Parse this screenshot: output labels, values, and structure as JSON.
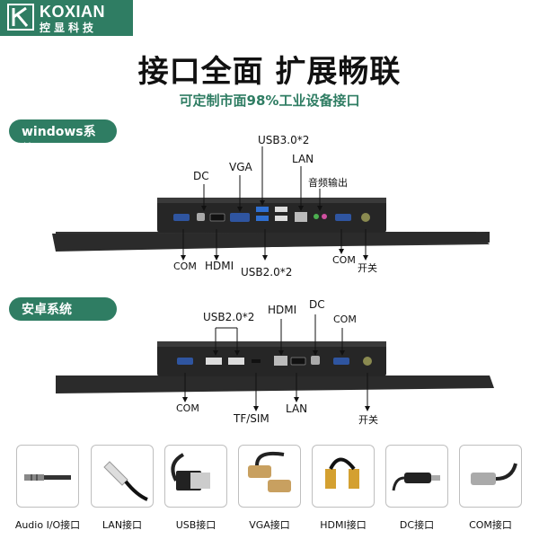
{
  "brand": {
    "name_en": "KOXIAN",
    "name_cn": "控显科技"
  },
  "headline": "接口全面 扩展畅联",
  "subheadline": "可定制市面98%工业设备接口",
  "windows": {
    "tag": "windows系统",
    "labels": {
      "usb30": "USB3.0*2",
      "dc": "DC",
      "vga": "VGA",
      "lan": "LAN",
      "audio": "音频输出",
      "com_left": "COM",
      "hdmi": "HDMI",
      "usb20": "USB2.0*2",
      "com_right": "COM",
      "power": "开关"
    }
  },
  "android": {
    "tag": "安卓系统",
    "labels": {
      "usb20": "USB2.0*2",
      "hdmi": "HDMI",
      "dc": "DC",
      "com_top": "COM",
      "com_bottom": "COM",
      "tfsim": "TF/SIM",
      "lan": "LAN",
      "power": "开关"
    }
  },
  "interfaces": [
    {
      "label": "Audio I/O接口",
      "icon": "audio-jack-icon"
    },
    {
      "label": "LAN接口",
      "icon": "lan-cable-icon"
    },
    {
      "label": "USB接口",
      "icon": "usb-cable-icon"
    },
    {
      "label": "VGA接口",
      "icon": "vga-cable-icon"
    },
    {
      "label": "HDMI接口",
      "icon": "hdmi-cable-icon"
    },
    {
      "label": "DC接口",
      "icon": "dc-plug-icon"
    },
    {
      "label": "COM接口",
      "icon": "com-cable-icon"
    }
  ],
  "colors": {
    "brand_green": "#2f7d63",
    "device_dark": "#2b2b2b"
  }
}
